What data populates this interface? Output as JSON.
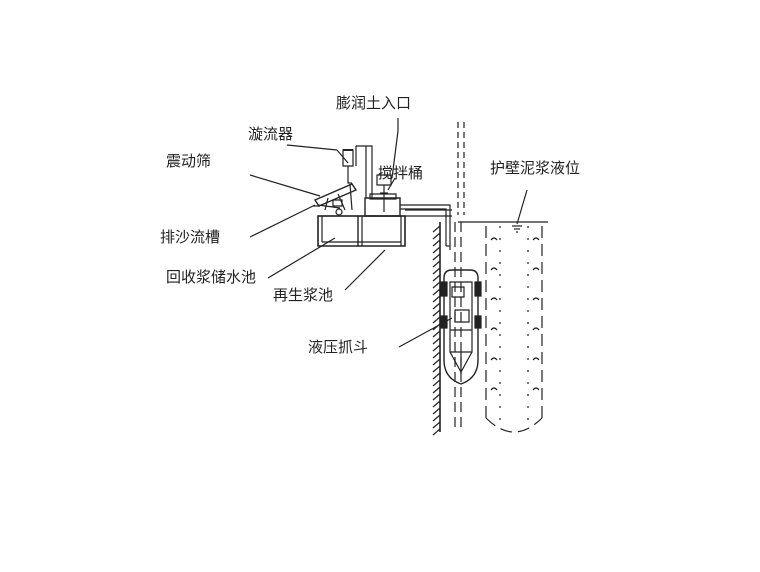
{
  "labels": {
    "bentonite_inlet": "膨润土入口",
    "hydrocyclone": "漩流器",
    "vibrating_screen": "震动筛",
    "mixing_tank": "搅拌桶",
    "slurry_level": "护壁泥浆液位",
    "sand_channel": "排沙流槽",
    "recovery_tank": "回收浆储水池",
    "regen_tank": "再生浆池",
    "hydraulic_grab": "液压抓斗"
  },
  "colors": {
    "line": "#222222",
    "text": "#222222",
    "background": "#ffffff"
  }
}
